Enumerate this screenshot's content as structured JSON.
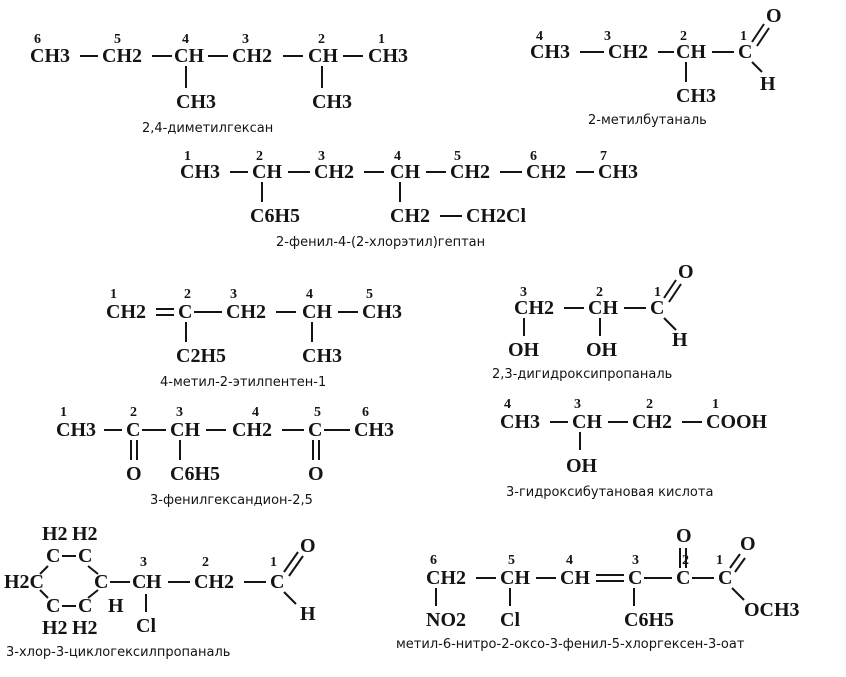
{
  "compounds": [
    {
      "name": "2,4-диметилгексан",
      "tokens": [
        "CH3",
        "CH2",
        "CH",
        "CH2",
        "CH",
        "CH3",
        "CH3",
        "CH3"
      ],
      "numbers": [
        "6",
        "5",
        "4",
        "3",
        "2",
        "1"
      ]
    },
    {
      "name": "2-метилбутаналь",
      "tokens": [
        "CH3",
        "CH2",
        "CH",
        "C",
        "O",
        "H",
        "CH3"
      ],
      "numbers": [
        "4",
        "3",
        "2",
        "1"
      ]
    },
    {
      "name": "2-фенил-4-(2-хлорэтил)гептан",
      "tokens": [
        "CH3",
        "CH",
        "CH2",
        "CH",
        "CH2",
        "CH2",
        "CH3",
        "C6H5",
        "CH2",
        "CH2Cl"
      ],
      "numbers": [
        "1",
        "2",
        "3",
        "4",
        "5",
        "6",
        "7"
      ]
    },
    {
      "name": "4-метил-2-этилпентен-1",
      "tokens": [
        "CH2",
        "C",
        "CH2",
        "CH",
        "CH3",
        "C2H5",
        "CH3"
      ],
      "numbers": [
        "1",
        "2",
        "3",
        "4",
        "5"
      ]
    },
    {
      "name": "2,3-дигидроксипропаналь",
      "tokens": [
        "CH2",
        "CH",
        "C",
        "O",
        "H",
        "OH",
        "OH"
      ],
      "numbers": [
        "3",
        "2",
        "1"
      ]
    },
    {
      "name": "3-фенилгександион-2,5",
      "tokens": [
        "CH3",
        "C",
        "CH",
        "CH2",
        "C",
        "CH3",
        "O",
        "C6H5",
        "O"
      ],
      "numbers": [
        "1",
        "2",
        "3",
        "4",
        "5",
        "6"
      ]
    },
    {
      "name": "3-гидроксибутановая кислота",
      "tokens": [
        "CH3",
        "CH",
        "CH2",
        "COOH",
        "OH"
      ],
      "numbers": [
        "4",
        "3",
        "2",
        "1"
      ]
    },
    {
      "name": "3-хлор-3-циклогексилпропаналь",
      "tokens": [
        "H2",
        "H2",
        "C",
        "C",
        "H2C",
        "C",
        "C",
        "C",
        "H2",
        "H2",
        "H",
        "C",
        "H",
        "CH2",
        "C",
        "O",
        "Cl",
        "H"
      ],
      "numbers": [
        "3",
        "2",
        "1"
      ]
    },
    {
      "name": "метил-6-нитро-2-оксо-3-фенил-5-хлоргексен-3-оат",
      "tokens": [
        "CH2",
        "CH",
        "CH",
        "C",
        "C",
        "C",
        "O",
        "O",
        "OCH3",
        "NO2",
        "Cl",
        "C6H5"
      ],
      "numbers": [
        "6",
        "5",
        "4",
        "3",
        "2",
        "1"
      ]
    }
  ]
}
